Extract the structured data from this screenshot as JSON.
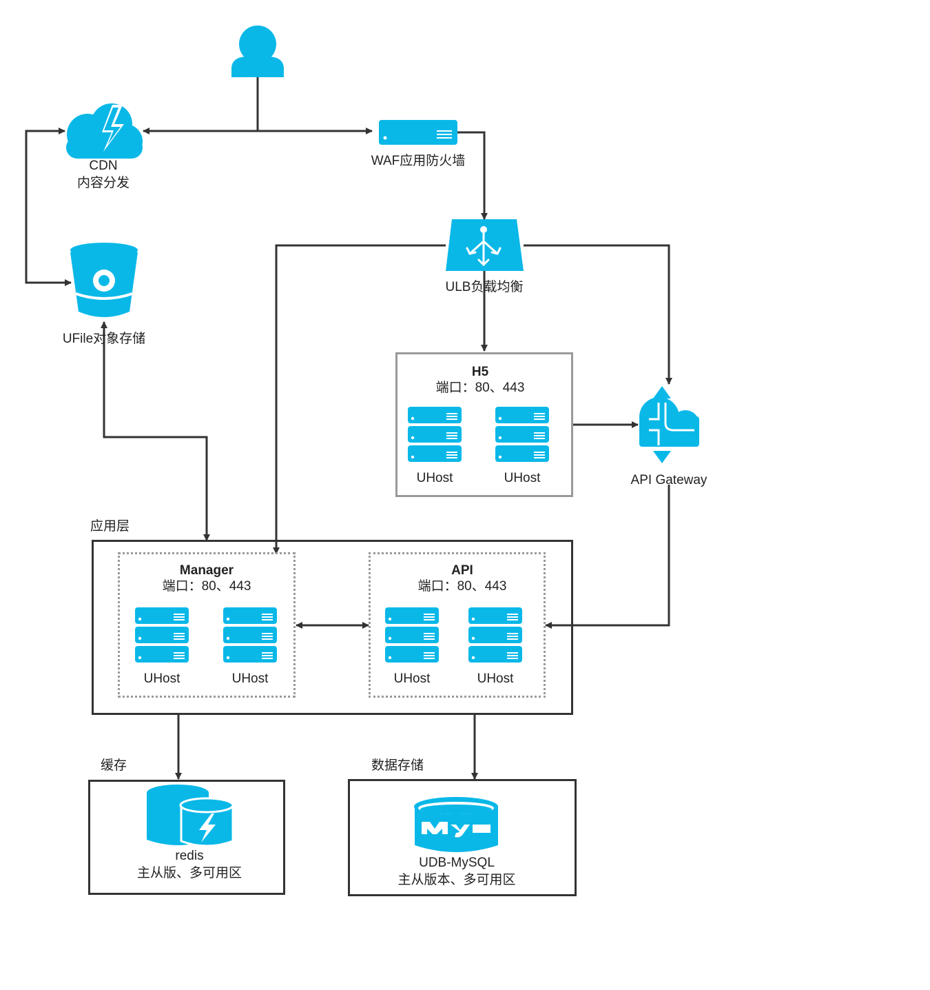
{
  "nodes": {
    "user": {
      "icon": "user-icon"
    },
    "cdn": {
      "icon": "cdn-lightning-cloud-icon",
      "line1": "CDN",
      "line2": "内容分发"
    },
    "waf": {
      "icon": "server-icon",
      "label": "WAF应用防火墙"
    },
    "ulb": {
      "icon": "load-balancer-icon",
      "label": "ULB负载均衡"
    },
    "ufile": {
      "icon": "bucket-icon",
      "label": "UFile对象存储"
    },
    "api_gateway": {
      "icon": "api-gateway-icon",
      "label": "API Gateway"
    }
  },
  "groups": {
    "h5": {
      "title": "H5",
      "ports": "端口：80、443",
      "hosts": [
        "UHost",
        "UHost"
      ]
    },
    "app_layer": {
      "label": "应用层"
    },
    "manager": {
      "title": "Manager",
      "ports": "端口：80、443",
      "hosts": [
        "UHost",
        "UHost"
      ]
    },
    "api": {
      "title": "API",
      "ports": "端口：80、443",
      "hosts": [
        "UHost",
        "UHost"
      ]
    },
    "cache": {
      "label": "缓存",
      "icon": "redis-cache-icon",
      "name": "redis",
      "desc": "主从版、多可用区"
    },
    "storage": {
      "label": "数据存储",
      "icon": "mysql-db-icon",
      "name": "UDB-MySQL",
      "desc": "主从版本、多可用区"
    }
  },
  "colors": {
    "accent": "#0AB8E8",
    "line": "#333333",
    "box_gray": "#999999"
  }
}
